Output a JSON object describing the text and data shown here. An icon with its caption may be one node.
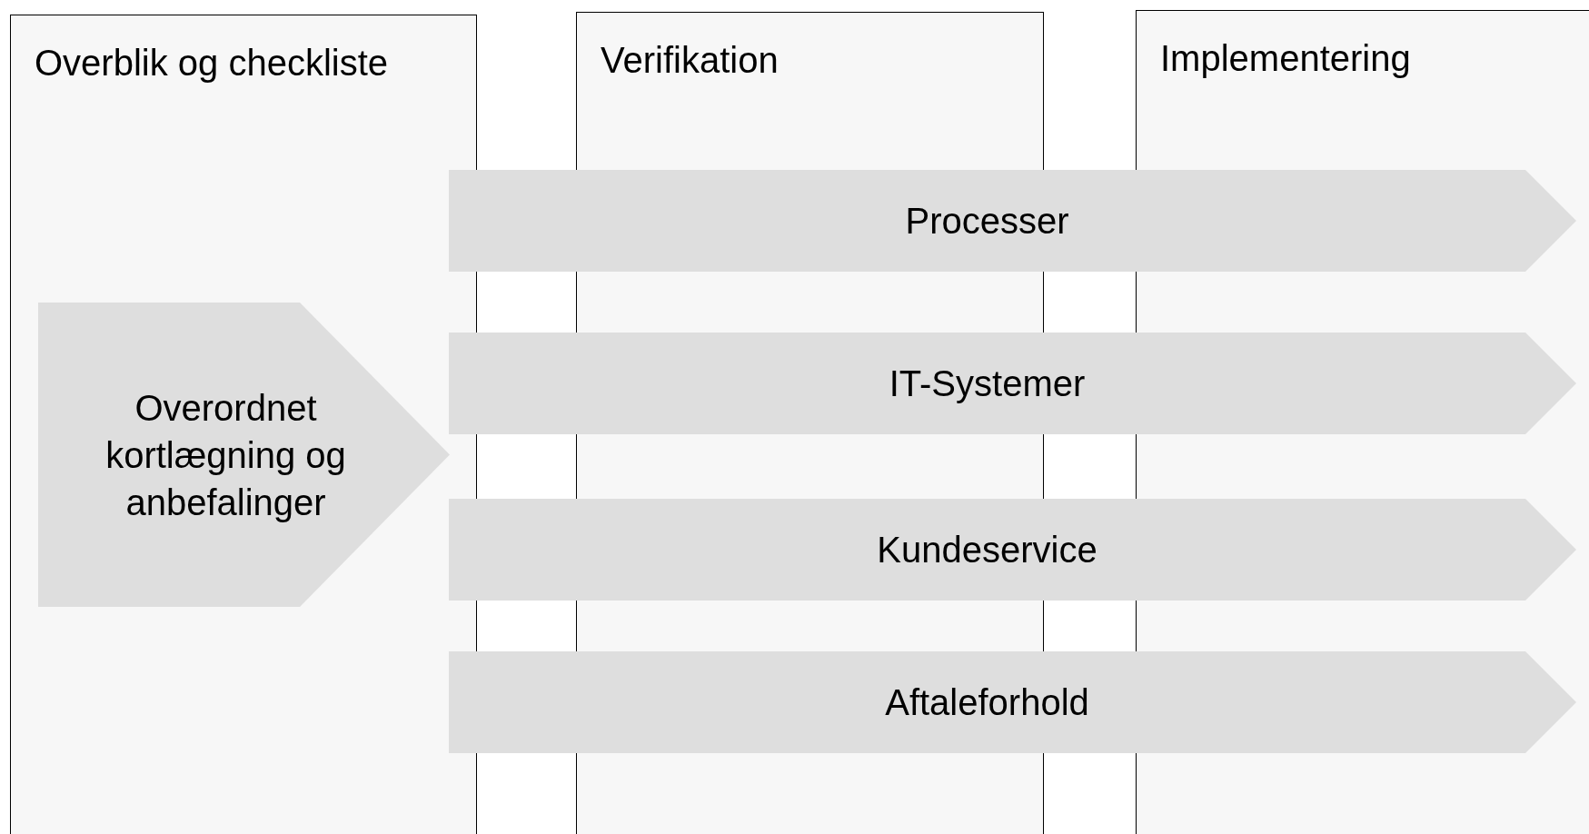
{
  "diagram": {
    "nodes": [
      {
        "text": [
          "Overblik og checkliste"
        ]
      },
      {
        "text": [
          "Overordnet kortlægning og anbefalinger"
        ],
        "in": 0
      },
      {
        "text": [
          "Verifikation"
        ]
      },
      {
        "text": [
          "Implementering"
        ]
      },
      {
        "text": [
          "Processer"
        ]
      },
      {
        "text": [
          "IT-Systemer"
        ]
      },
      {
        "text": [
          "Kundeservice"
        ]
      },
      {
        "text": [
          "Aftaleforhold"
        ]
      }
    ]
  }
}
